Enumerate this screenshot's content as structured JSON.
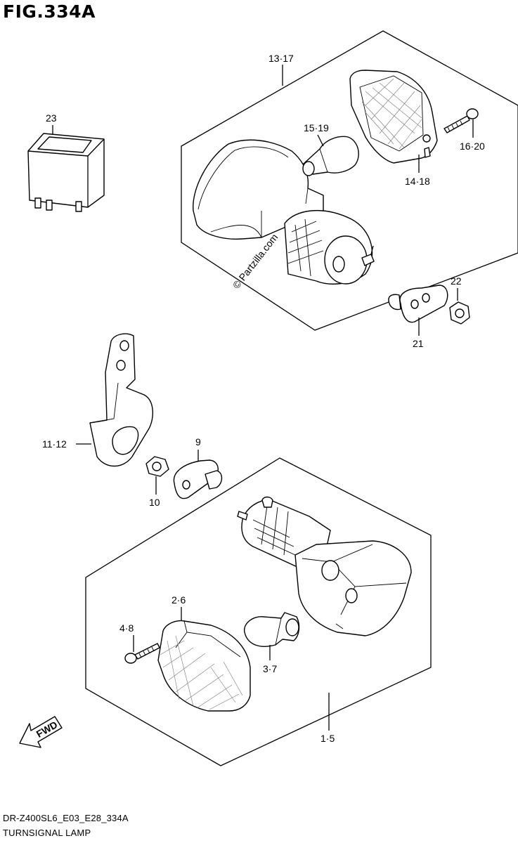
{
  "figure": {
    "title": "FIG.334A",
    "code": "DR-Z400SL6_E03_E28_334A",
    "name": "TURNSIGNAL LAMP",
    "watermark": "© Partzilla.com",
    "direction_marker": "FWD"
  },
  "callouts": [
    "13·17",
    "23",
    "15·19",
    "16·20",
    "14·18",
    "22",
    "21",
    "11·12",
    "9",
    "10",
    "2·6",
    "4·8",
    "3·7",
    "1·5"
  ]
}
